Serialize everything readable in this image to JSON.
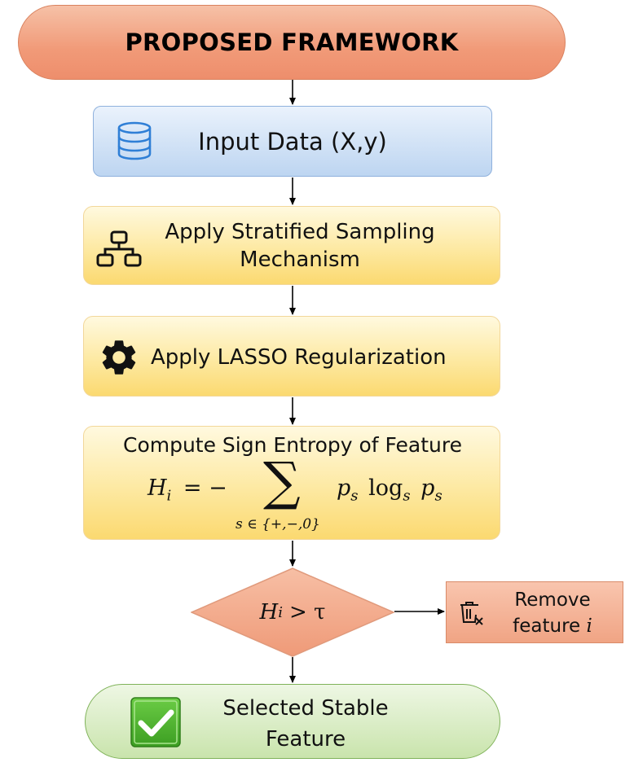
{
  "title": "PROPOSED FRAMEWORK",
  "steps": {
    "input": "Input Data (X,y)",
    "sampling_line1": "Apply Stratified Sampling",
    "sampling_line2": "Mechanism",
    "lasso": "Apply LASSO Regularization",
    "entropy_title": "Compute Sign Entropy of Feature"
  },
  "formula": {
    "lhs": "H",
    "lhs_sub": "i",
    "equals": "= −",
    "sum_symbol": "∑",
    "sum_index": "s ∈ {+,−,0}",
    "term_p": "p",
    "term_sub_s": "s",
    "log": "log",
    "log_base": "s"
  },
  "decision": {
    "var": "H",
    "var_sub": "i",
    "op": "> τ"
  },
  "remove": {
    "line1": "Remove",
    "line2_prefix": "feature ",
    "line2_var": "i"
  },
  "final": {
    "line1": "Selected Stable",
    "line2": "Feature"
  },
  "icons": {
    "input": "database-icon",
    "sampling": "hierarchy-icon",
    "lasso": "gear-icon",
    "remove": "trash-x-icon",
    "final": "checkmark-icon"
  },
  "colors": {
    "title_fill": "#f19a78",
    "input_fill": "#bdd5f1",
    "step_fill": "#fde9a2",
    "decision_fill": "#f2a586",
    "remove_fill": "#f0a484",
    "final_fill": "#c9e4ac",
    "check_green": "#4caf2e"
  }
}
